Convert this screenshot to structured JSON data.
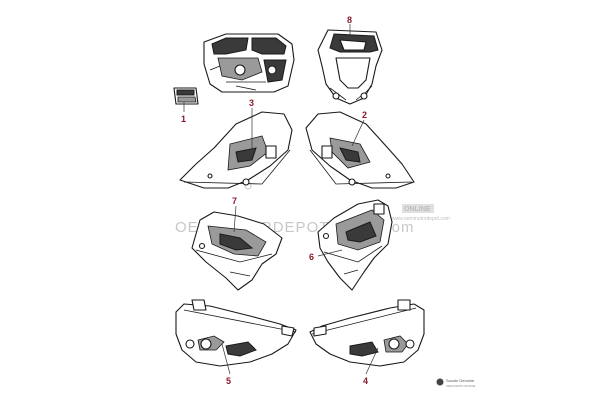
{
  "callouts": {
    "c1": "1",
    "c2": "2",
    "c3": "3",
    "c4": "4",
    "c5": "5",
    "c6": "6",
    "c7": "7",
    "c8": "8"
  },
  "watermark": {
    "brand": "OEMMOTORDEPOT",
    "domain": ".com",
    "badge": "ONLINE",
    "url": "www.oemmotordepot.com"
  },
  "logo": {
    "line1": "Suzuki Genuine",
    "line2": "OEM PARTS ONLINE"
  },
  "colors": {
    "callout": "#8b1a2b",
    "line": "#1a1a1a",
    "watermark": "#c8c8c8"
  }
}
